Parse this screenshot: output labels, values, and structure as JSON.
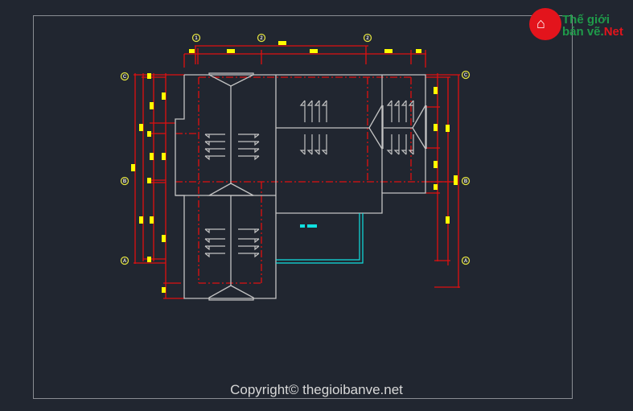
{
  "grid_labels": {
    "top": [
      "1",
      "2",
      "2"
    ],
    "left": [
      "C",
      "B",
      "A"
    ],
    "right": [
      "C",
      "B",
      "A"
    ]
  },
  "watermark": {
    "line1": "Thế giới",
    "line2_a": "bản vẽ.",
    "line2_b": "Net"
  },
  "copyright": "Copyright© thegioibanve.net",
  "colors": {
    "background": "#212630",
    "frame": "#8a8d93",
    "wall": "#c4c4c4",
    "dimension": "#e01010",
    "text_block": "#ffff00",
    "cyan": "#10e0e0",
    "logo_red": "#e3141c",
    "logo_green": "#1f9a4a"
  }
}
